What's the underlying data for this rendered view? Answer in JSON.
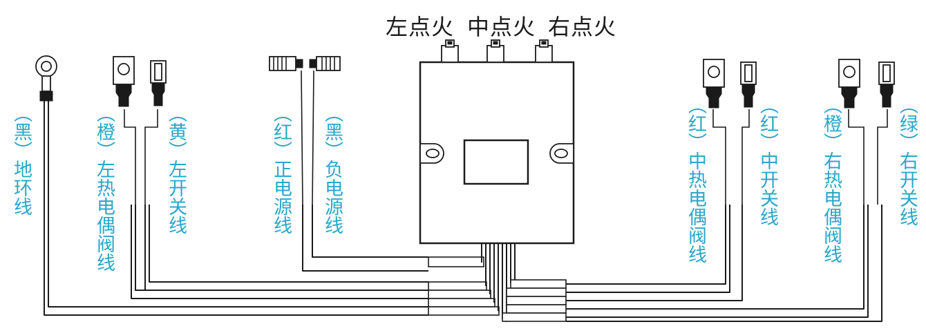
{
  "igniters": {
    "left": "左点火",
    "middle": "中点火",
    "right": "右点火"
  },
  "wires": {
    "ground": "（黑）地环线",
    "left_thermo": "（橙）左热电偶阀线",
    "left_switch": "（黄）左开关线",
    "pos_power": "（红）正电源线",
    "neg_power": "（黑）负电源线",
    "mid_thermo": "（红）中热电偶阀线",
    "mid_switch": "（红）中开关线",
    "right_thermo": "（橙）右热电偶阀线",
    "right_switch": "（绿）右开关线"
  },
  "colors": {
    "label": "#2aa7c9",
    "line": "#1a1a1a"
  }
}
